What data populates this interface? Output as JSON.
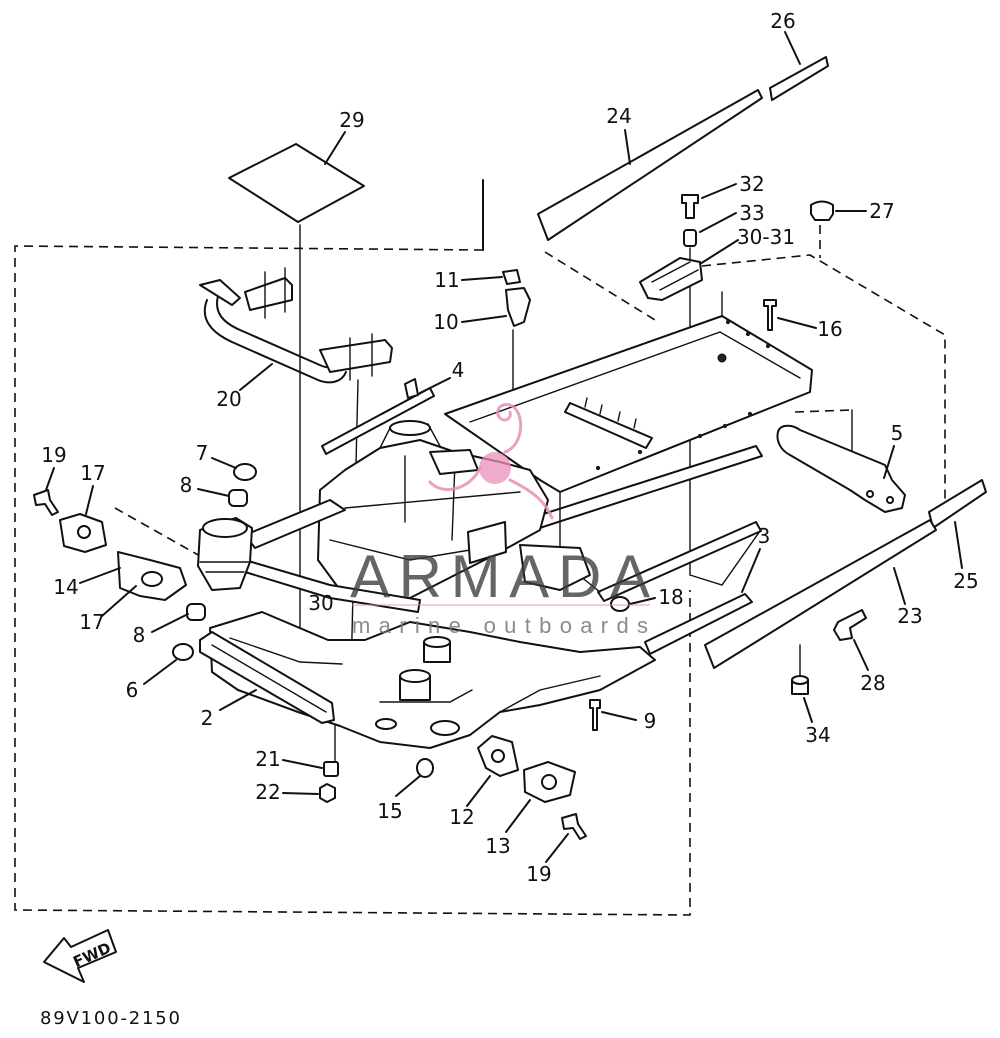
{
  "callouts": [
    "26",
    "24",
    "29",
    "32",
    "33",
    "27",
    "30-31",
    "11",
    "10",
    "16",
    "4",
    "20",
    "5",
    "19",
    "17",
    "7",
    "8",
    "14",
    "17",
    "3",
    "18",
    "8",
    "6",
    "2",
    "9",
    "21",
    "22",
    "15",
    "12",
    "13",
    "19",
    "25",
    "23",
    "28",
    "34",
    "30"
  ],
  "direction_arrow": {
    "label": "FWD",
    "icon": "fwd-arrow-icon"
  },
  "document_code": "89V100-2150",
  "watermark": {
    "brand": "ARMADA",
    "tagline": "marine outboards",
    "logo_icon": "seahorse-logo-icon"
  },
  "colors": {
    "line": "#111111",
    "background": "#ffffff",
    "watermark_text": "#3b3b3b",
    "watermark_logo": "#e88fb8"
  }
}
